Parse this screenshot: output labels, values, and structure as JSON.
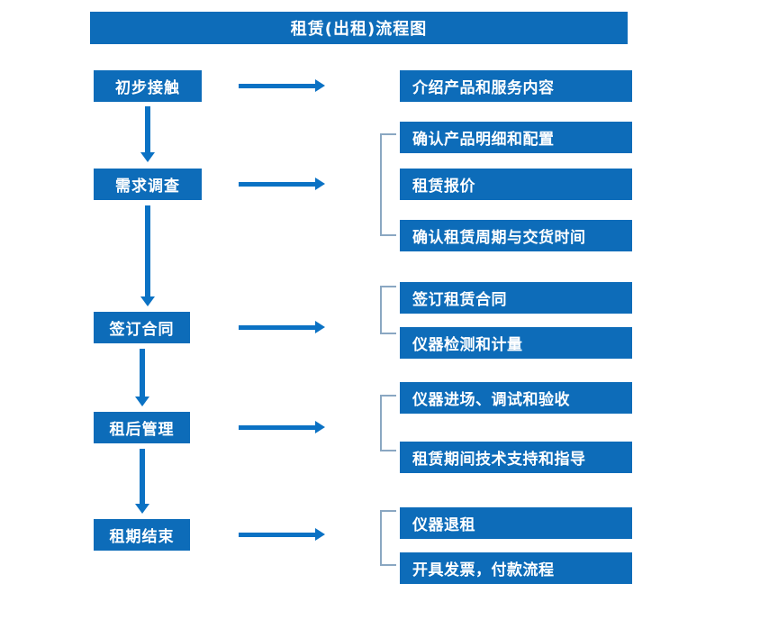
{
  "diagram": {
    "title": "租赁(出租)流程图",
    "colors": {
      "box_fill": "#0d6cb9",
      "box_text": "#ffffff",
      "arrow": "#0b72c4",
      "bracket": "#8aa7c2",
      "background": "#ffffff"
    },
    "stages": [
      {
        "label": "初步接触"
      },
      {
        "label": "需求调查"
      },
      {
        "label": "签订合同"
      },
      {
        "label": "租后管理"
      },
      {
        "label": "租期结束"
      }
    ],
    "details": [
      {
        "label": "介绍产品和服务内容"
      },
      {
        "label": "确认产品明细和配置"
      },
      {
        "label": "租赁报价"
      },
      {
        "label": "确认租赁周期与交货时间"
      },
      {
        "label": "签订租赁合同"
      },
      {
        "label": "仪器检测和计量"
      },
      {
        "label": "仪器进场、调试和验收"
      },
      {
        "label": "租赁期间技术支持和指导"
      },
      {
        "label": "仪器退租"
      },
      {
        "label": "开具发票，付款流程"
      }
    ]
  }
}
